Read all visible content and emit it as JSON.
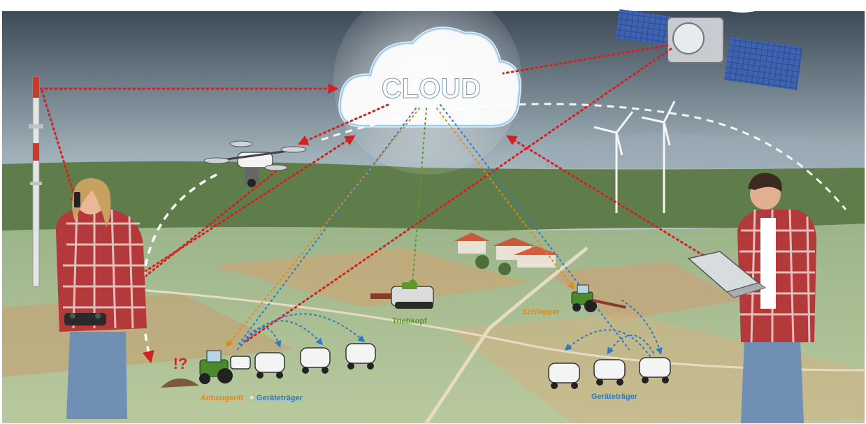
{
  "cloud": {
    "label": "CLOUD"
  },
  "labels": {
    "triebkopf": "Triebkopf",
    "schlepper": "Schlepper",
    "anbaugeraet": "Anbaugerät",
    "plus": "+",
    "geraetetraeger_left": "Geräteträger",
    "geraetetraeger_right": "Geräteträger",
    "alert": "!?"
  },
  "colors": {
    "cloud_link": "#d42020",
    "green_link": "#5a9a2a",
    "orange_link": "#e08a1e",
    "blue_link": "#2a7ac8",
    "triebkopf_text": "#5a9a2a",
    "schlepper_text": "#e08a1e",
    "anbaugeraet_text": "#e08a1e",
    "geraetetraeger_text": "#2a7ac8",
    "alert_text": "#e02020"
  },
  "icons": [
    "cloud-icon",
    "satellite-icon",
    "radio-tower-icon",
    "drone-icon",
    "wind-turbine-icon",
    "farm-buildings-icon",
    "tractor-icon",
    "robot-vehicle-icon",
    "laptop-icon",
    "smartphone-icon",
    "remote-controller-icon"
  ]
}
